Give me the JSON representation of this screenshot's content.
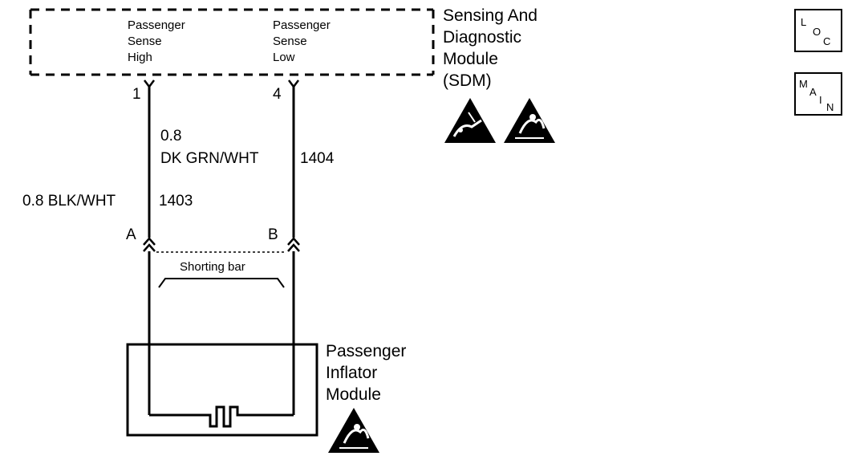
{
  "sdm": {
    "title_lines": [
      "Sensing And",
      "Diagnostic",
      "Module",
      "(SDM)"
    ],
    "pin_high_label": [
      "Passenger",
      "Sense",
      "High"
    ],
    "pin_low_label": [
      "Passenger",
      "Sense",
      "Low"
    ],
    "pin_high_number": "1",
    "pin_low_number": "4"
  },
  "wires": {
    "wire_high_label": "0.8 BLK/WHT",
    "wire_high_circuit": "1403",
    "wire_low_size": "0.8",
    "wire_low_color": "DK GRN/WHT",
    "wire_low_circuit": "1404"
  },
  "connector": {
    "terminal_a": "A",
    "terminal_b": "B",
    "shorting_bar_label": "Shorting bar"
  },
  "inflator": {
    "title_lines": [
      "Passenger",
      "Inflator",
      "Module"
    ]
  },
  "nav": {
    "loc_letters": [
      "L",
      "O",
      "C"
    ],
    "main_letters": [
      "M",
      "A",
      "I",
      "N"
    ]
  },
  "icons": [
    "esd-warning-icon",
    "airbag-warning-icon"
  ]
}
